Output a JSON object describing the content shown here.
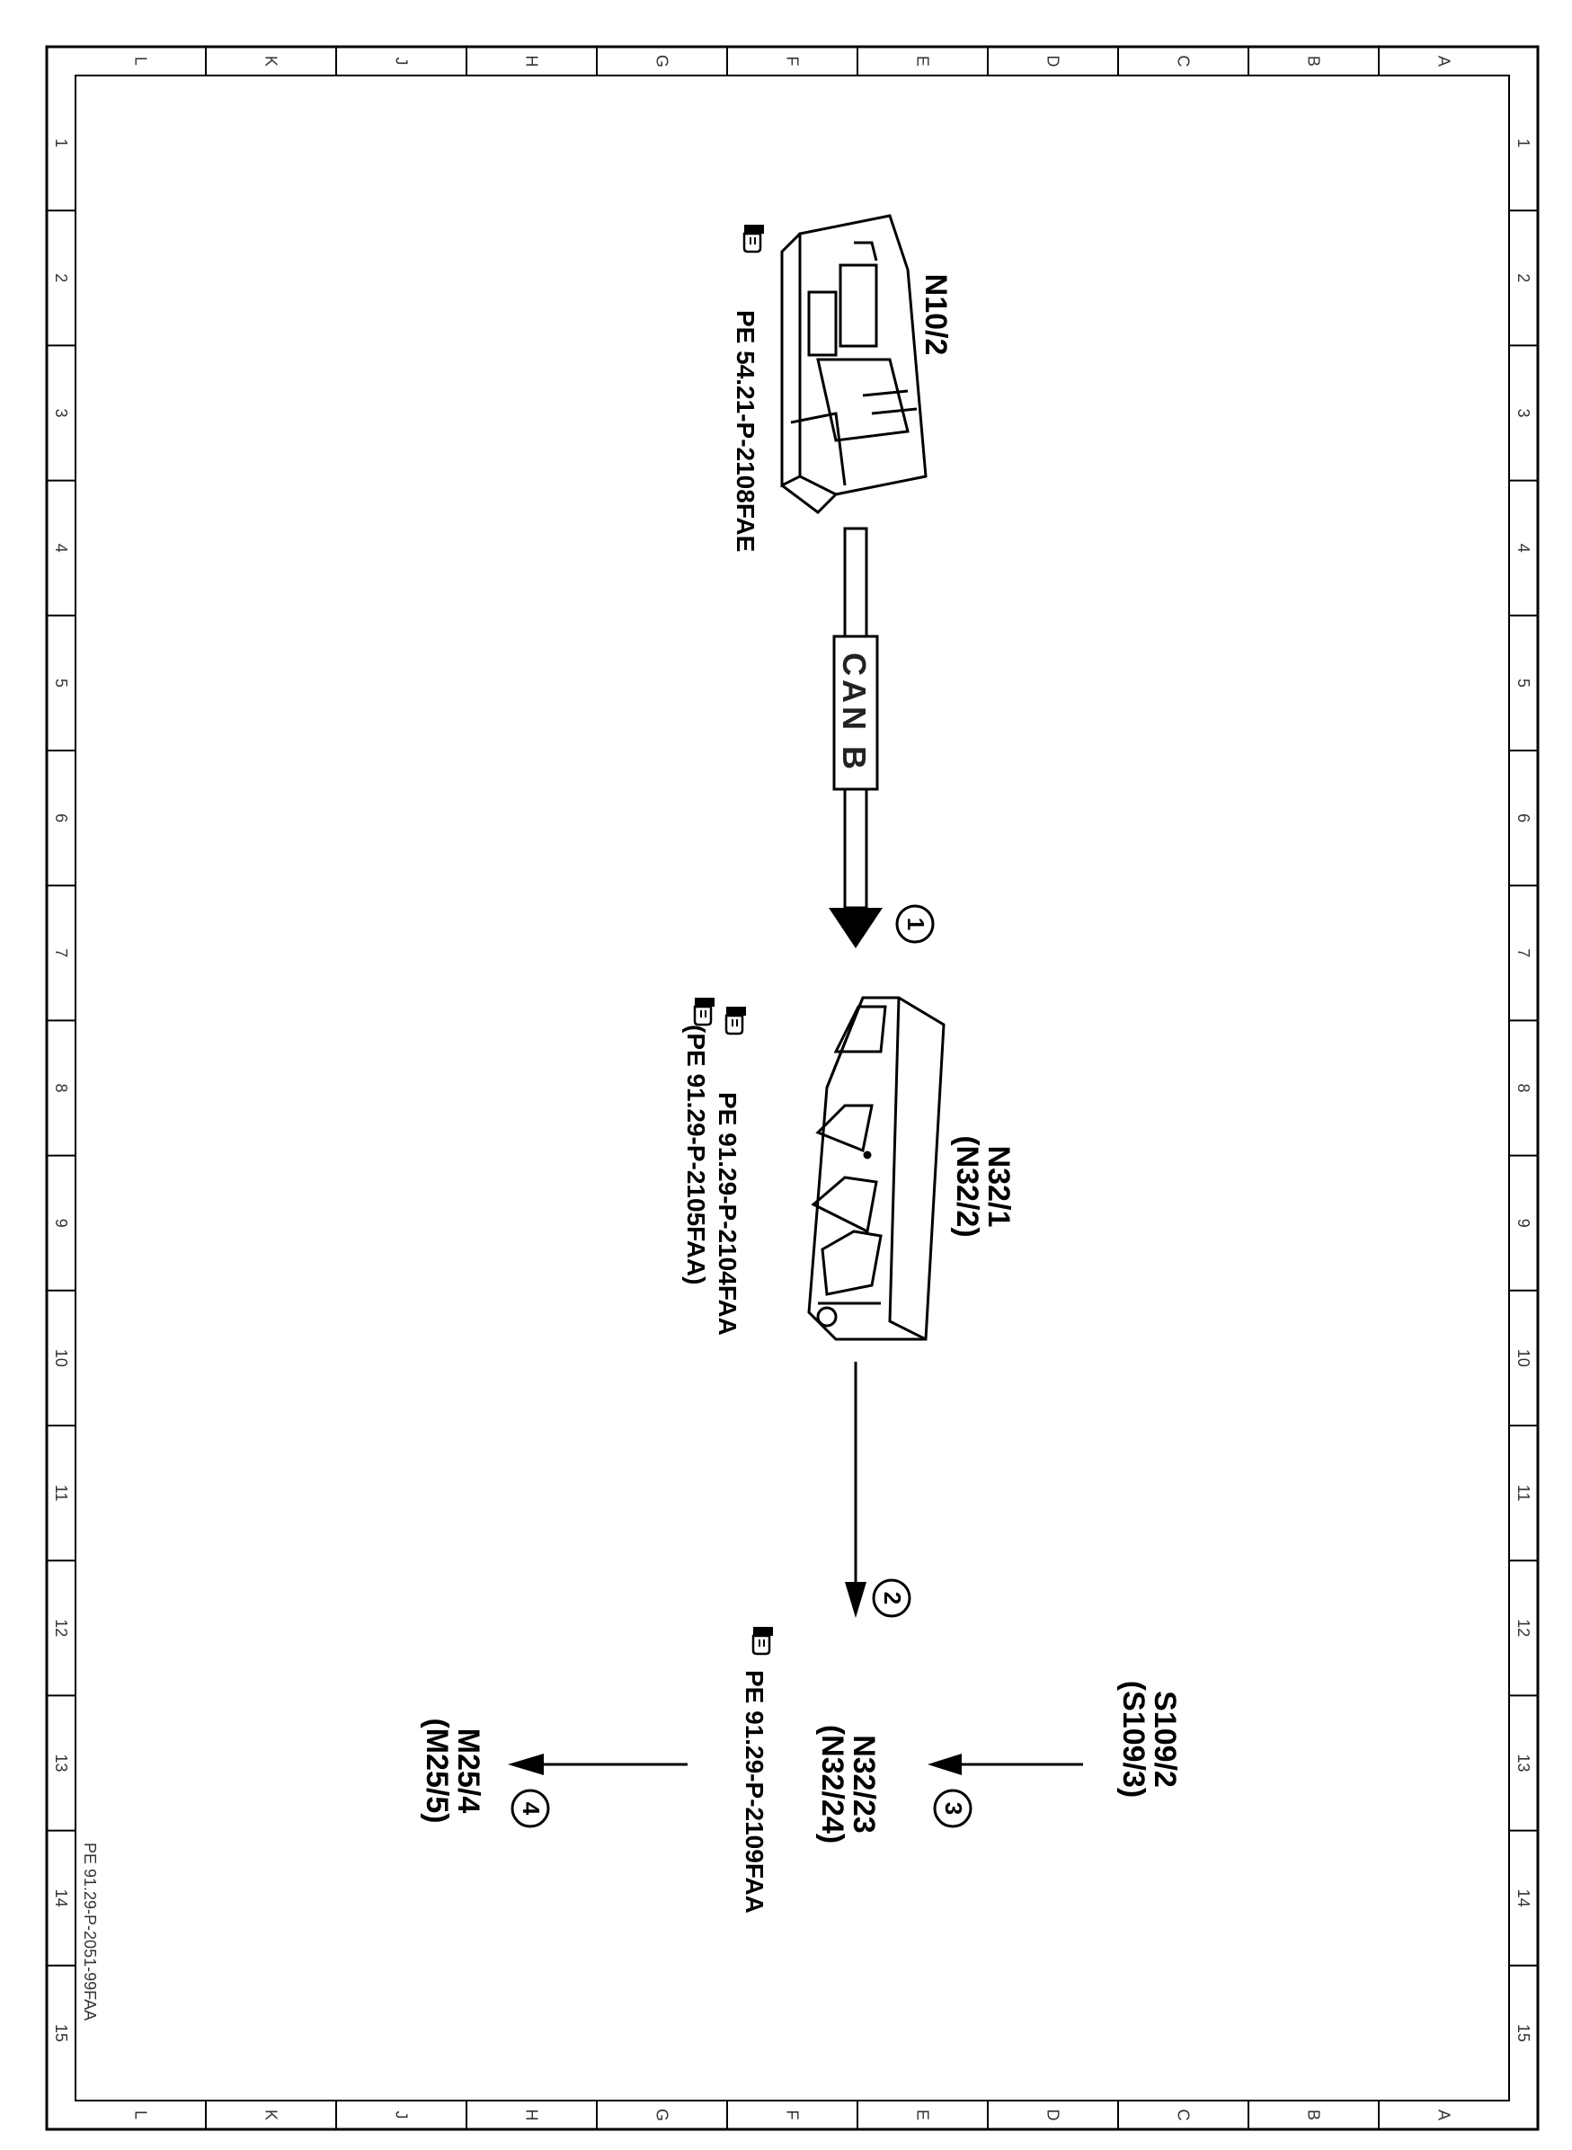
{
  "grid": {
    "letters": [
      "L",
      "K",
      "J",
      "H",
      "G",
      "F",
      "E",
      "D",
      "C",
      "B",
      "A"
    ],
    "numbers": [
      "1",
      "2",
      "3",
      "4",
      "5",
      "6",
      "7",
      "8",
      "9",
      "10",
      "11",
      "12",
      "13",
      "14",
      "15"
    ]
  },
  "footer": {
    "doc_number": "PE 91.29-P-2051-99FAA"
  },
  "components": {
    "n10_2": {
      "label": "N10/2",
      "ref": "PE 54.21-P-2108FAE"
    },
    "n32_1": {
      "label": "N32/1",
      "label_alt": "(N32/2)",
      "ref": "PE 91.29-P-2104FAA",
      "ref_alt": "(PE 91.29-P-2105FAA)"
    },
    "n32_23": {
      "label": "N32/23",
      "label_alt": "(N32/24)",
      "ref": "PE 91.29-P-2109FAA"
    },
    "s109_2": {
      "label": "S109/2",
      "label_alt": "(S109/3)"
    },
    "m25_4": {
      "label": "M25/4",
      "label_alt": "(M25/5)"
    }
  },
  "bus": {
    "label": "CAN B"
  },
  "signals": {
    "s1": "1",
    "s2": "2",
    "s3": "3",
    "s4": "4"
  },
  "icons": {
    "ref_pointer": "pointing-hand-icon"
  }
}
